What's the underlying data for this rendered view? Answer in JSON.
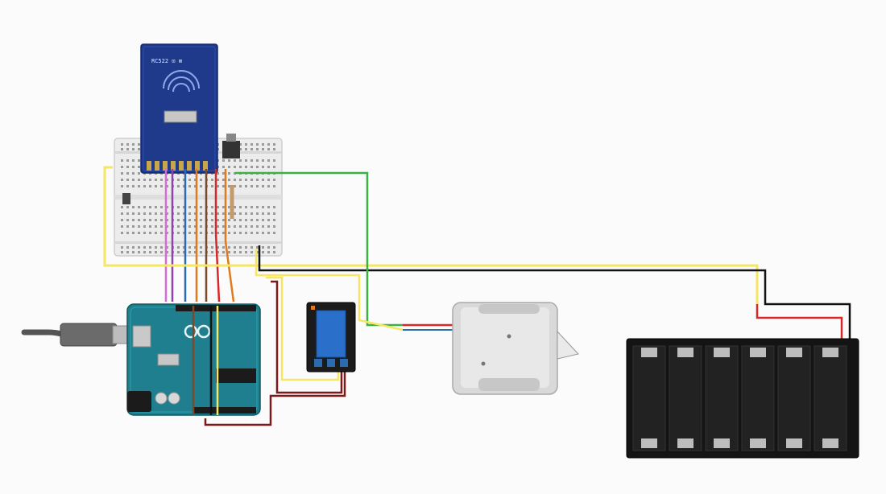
{
  "diagram": {
    "components": [
      {
        "id": "rfid-reader",
        "kind": "RFID reader module",
        "color": "#1f3a8a"
      },
      {
        "id": "breadboard",
        "kind": "breadboard",
        "color": "#eeeeee"
      },
      {
        "id": "arduino-uno",
        "kind": "microcontroller board",
        "color": "#1f7f8e"
      },
      {
        "id": "usb-cable",
        "kind": "USB cable",
        "color": "#555555"
      },
      {
        "id": "relay-module",
        "kind": "relay module",
        "color": "#1b1b1b"
      },
      {
        "id": "solenoid-lock",
        "kind": "solenoid lock",
        "color": "#d9d9d9"
      },
      {
        "id": "battery-holder",
        "kind": "6-cell battery holder",
        "color": "#111111"
      }
    ],
    "wire_colors": {
      "green": "#3cb043",
      "yellow": "#f5e663",
      "black": "#111111",
      "red": "#d62828",
      "maroon": "#7a1b1b",
      "orange": "#e07a1f",
      "blue": "#2b6cb0",
      "pink": "#d46bd6",
      "purple": "#8e44ad",
      "brown": "#7b4a2a"
    },
    "rfid_label": "RC522 ⊡ ⊠"
  }
}
